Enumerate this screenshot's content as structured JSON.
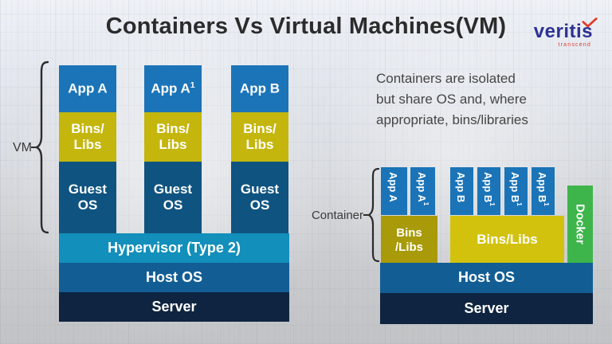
{
  "title": "Containers Vs Virtual Machines(VM)",
  "logo": {
    "brand": "veritis",
    "tagline": "transcend"
  },
  "note": {
    "lines": [
      "Containers are isolated",
      "but share OS and, where",
      "appropriate, bins/libraries"
    ]
  },
  "vm_stack": {
    "label": "VM",
    "columns": [
      {
        "app": "App A",
        "app_sup": "",
        "bins": [
          "Bins/",
          "Libs"
        ],
        "guest": [
          "Guest",
          "OS"
        ]
      },
      {
        "app": "App A",
        "app_sup": "1",
        "bins": [
          "Bins/",
          "Libs"
        ],
        "guest": [
          "Guest",
          "OS"
        ]
      },
      {
        "app": "App B",
        "app_sup": "",
        "bins": [
          "Bins/",
          "Libs"
        ],
        "guest": [
          "Guest",
          "OS"
        ]
      }
    ],
    "layers": {
      "hypervisor": "Hypervisor (Type 2)",
      "host_os": "Host OS",
      "server": "Server"
    }
  },
  "container_stack": {
    "label": "Container",
    "groups": [
      {
        "apps": [
          {
            "name": "App A",
            "sup": ""
          },
          {
            "name": "App A",
            "sup": "1"
          }
        ],
        "bins": [
          "Bins",
          "/Libs"
        ]
      },
      {
        "apps": [
          {
            "name": "App B",
            "sup": ""
          },
          {
            "name": "App B",
            "sup": "1"
          },
          {
            "name": "App B",
            "sup": "1"
          },
          {
            "name": "App B",
            "sup": "1"
          }
        ],
        "bins": [
          "Bins/Libs"
        ]
      }
    ],
    "docker": "Docker",
    "layers": {
      "host_os": "Host OS",
      "server": "Server"
    }
  },
  "colors": {
    "app_blue": "#1b74b8",
    "vm_bins_yellow": "#c4b60d",
    "guest_os_blue": "#0f5380",
    "hypervisor_blue": "#128fba",
    "host_os_blue": "#125e94",
    "server_navy": "#0f2440",
    "container_bins_dark": "#a89a08",
    "container_bins_bright": "#d2c20e",
    "docker_green": "#3db54b",
    "brand_blue": "#2e3192",
    "brand_red": "#e03a2a",
    "title_text": "#2b2b2b",
    "body_text": "#454545"
  }
}
